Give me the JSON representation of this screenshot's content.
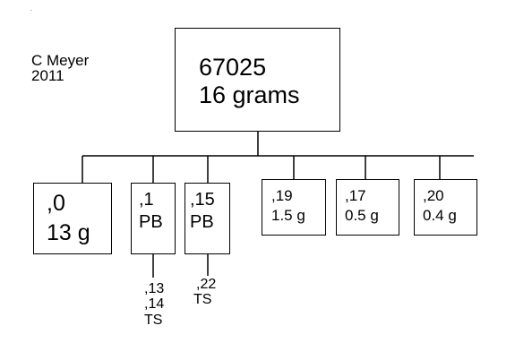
{
  "mark": ".",
  "credit": {
    "line1": "C Meyer",
    "line2": "2011"
  },
  "root": {
    "line1": "67025",
    "line2": "16 grams"
  },
  "children": [
    {
      "line1": ",0",
      "line2": "13 g"
    },
    {
      "line1": ",1",
      "line2": "PB",
      "sub": [
        ",13",
        ",14",
        "TS"
      ]
    },
    {
      "line1": ",15",
      "line2": "PB",
      "sub": [
        ",22",
        "TS"
      ]
    },
    {
      "line1": ",19",
      "line2": "1.5 g"
    },
    {
      "line1": ",17",
      "line2": "0.5 g"
    },
    {
      "line1": ",20",
      "line2": "0.4 g"
    }
  ]
}
